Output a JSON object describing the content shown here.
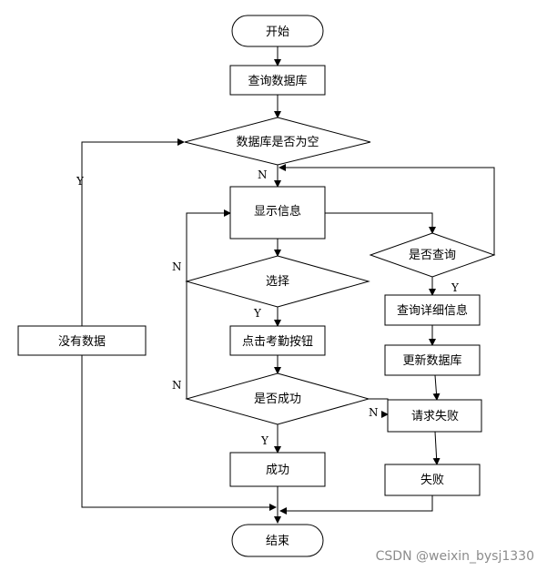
{
  "nodes": {
    "start": "开始",
    "query_db": "查询数据库",
    "db_empty": "数据库是否为空",
    "show_info": "显示信息",
    "is_query": "是否查询",
    "select": "选择",
    "no_data": "没有数据",
    "click_attendance": "点击考勤按钮",
    "query_detail": "查询详细信息",
    "update_db": "更新数据库",
    "is_success": "是否成功",
    "request_fail": "请求失败",
    "success": "成功",
    "fail": "失败",
    "end": "结束"
  },
  "edge_labels": {
    "db_empty_yes": "Y",
    "db_empty_no": "N",
    "select_yes": "Y",
    "select_no": "N",
    "is_query_yes": "Y",
    "is_success_yes": "Y",
    "is_success_no_left": "N",
    "is_success_no_right": "N"
  },
  "watermark": "CSDN @weixin_bysj1330"
}
